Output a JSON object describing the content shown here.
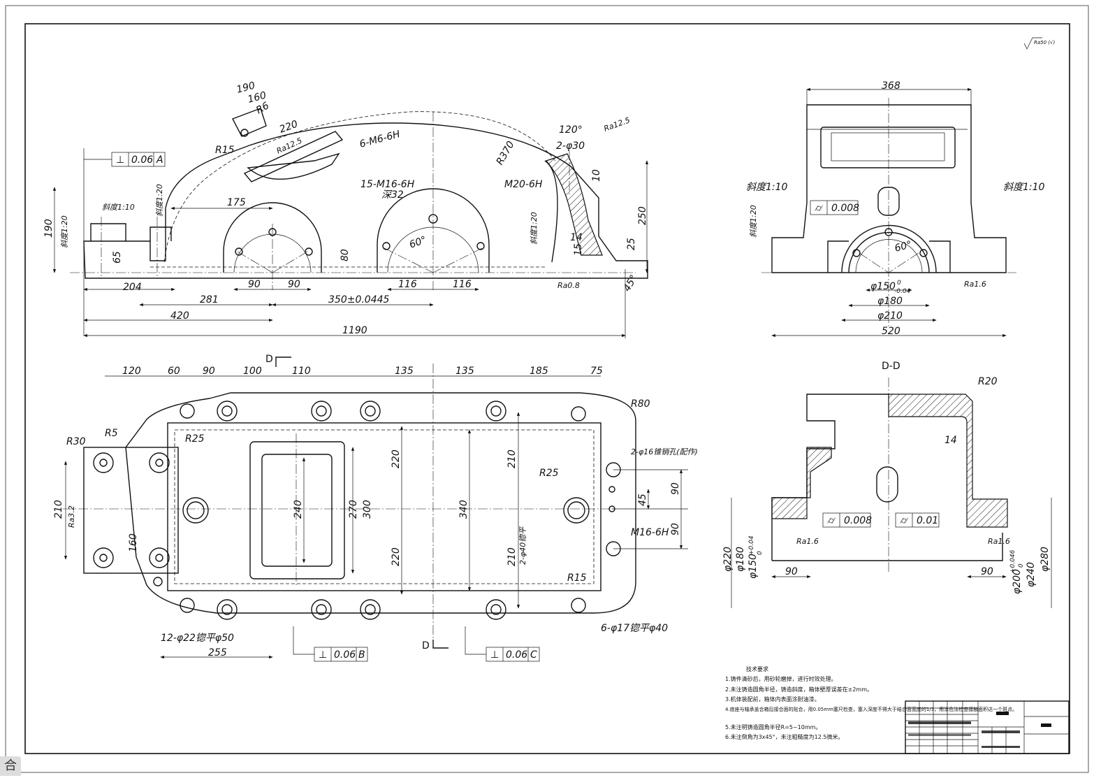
{
  "surface_finish_symbol": "Ra50 (√)",
  "front_view": {
    "dims": {
      "h190": "190",
      "h160": "160",
      "r6": "R6",
      "r15": "R15",
      "d220": "220",
      "ra125a": "Ra12.5",
      "m6": "6-M6-6H",
      "r370": "R370",
      "a120": "120°",
      "d2phi30": "2-φ30",
      "ra125b": "Ra12.5",
      "m20": "M20-6H",
      "v10": "10",
      "v250": "250",
      "v14": "14",
      "v15": "15",
      "v25": "25",
      "c45": "45°",
      "m16": "15-M16-6H",
      "deep32": "深32",
      "d175": "175",
      "a60": "60°",
      "v80": "80",
      "v65": "65",
      "v190": "190",
      "d90a": "90",
      "d90b": "90",
      "d116a": "116",
      "d116b": "116",
      "d204": "204",
      "d281": "281",
      "d350": "350±0.0445",
      "d420": "420",
      "d1190": "1190",
      "ra08": "Ra0.8",
      "slope1": "斜度1:10",
      "slope2": "斜度1:20",
      "slope3": "斜度1:20",
      "slope4": "斜度1:20"
    },
    "tol_frame": {
      "symbol": "⊥",
      "value": "0.06",
      "datum": "A"
    }
  },
  "side_view": {
    "dims": {
      "w368": "368",
      "w520": "520",
      "phi150": "φ150",
      "phi150_tol_up": "0",
      "phi150_tol_dn": "-0.04",
      "phi180": "φ180",
      "phi210": "φ210",
      "a60": "60°",
      "ra16": "Ra1.6",
      "slope_l": "斜度1:10",
      "slope_r": "斜度1:10",
      "slope_l2": "斜度1:20"
    },
    "tol_frame": {
      "symbol": "⌭",
      "value": "0.008"
    }
  },
  "plan_view": {
    "dims": {
      "t120": "120",
      "t60": "60",
      "t90": "90",
      "t100": "100",
      "t110": "110",
      "t135a": "135",
      "t135b": "135",
      "t185": "185",
      "t75": "75",
      "r30": "R30",
      "r5": "R5",
      "r25a": "R25",
      "r80": "R80",
      "v210a": "210",
      "v160": "160",
      "v240": "240",
      "v270": "270",
      "v300": "300",
      "v220a": "220",
      "v220b": "220",
      "v340": "340",
      "v210b": "210",
      "v210c": "210",
      "phi40": "2-φ40锪平",
      "r25b": "R25",
      "phi16": "2-φ16锥销孔(配作)",
      "v90a": "90",
      "v45": "45",
      "v90b": "90",
      "m16": "M16-6H",
      "r15": "R15",
      "phi17": "6-φ17锪平φ40",
      "phi22": "12-φ22锪平φ50",
      "b255": "255",
      "ra32": "Ra3.2",
      "sec": "D"
    },
    "tol_b": {
      "symbol": "⊥",
      "value": "0.06",
      "datum": "B"
    },
    "tol_c": {
      "symbol": "⊥",
      "value": "0.06",
      "datum": "C"
    }
  },
  "section_view": {
    "title": "D-D",
    "dims": {
      "r20": "R20",
      "v14": "14",
      "phi220": "φ220",
      "phi180": "φ180",
      "phi150": "φ150",
      "phi150_tol_up": "+0.04",
      "phi150_tol_dn": "0",
      "w90a": "90",
      "w90b": "90",
      "phi200": "φ200",
      "phi200_tol_up": "+0.046",
      "phi200_tol_dn": "0",
      "phi240": "φ240",
      "phi280": "φ280",
      "ra16a": "Ra1.6",
      "ra16b": "Ra1.6"
    },
    "tol_a": {
      "symbol": "⌭",
      "value": "0.008"
    },
    "tol_b": {
      "symbol": "⌭",
      "value": "0.01"
    }
  },
  "tech_notes": {
    "title": "技术要求",
    "lines": [
      "1.铸件清砂后，用砂轮磨掉，进行时效处理。",
      "2.未注铸造圆角半径，铸造斜度，箱体壁厚误差在±2mm。",
      "3.机体装配前，箱体内表面涂耐油漆。",
      "4.底座与轴承盖合箱后接合面的贴合，用0.05mm塞尺检查，塞入深度不得大于结合面宽度的1/3，用涂色法检查接触面积达一个斑点。",
      "5.未注明铸造圆角半径R=5~10mm。",
      "6.未注倒角为3x45°，未注粗糙度为12.5微米。"
    ]
  },
  "corner_badge": "合"
}
